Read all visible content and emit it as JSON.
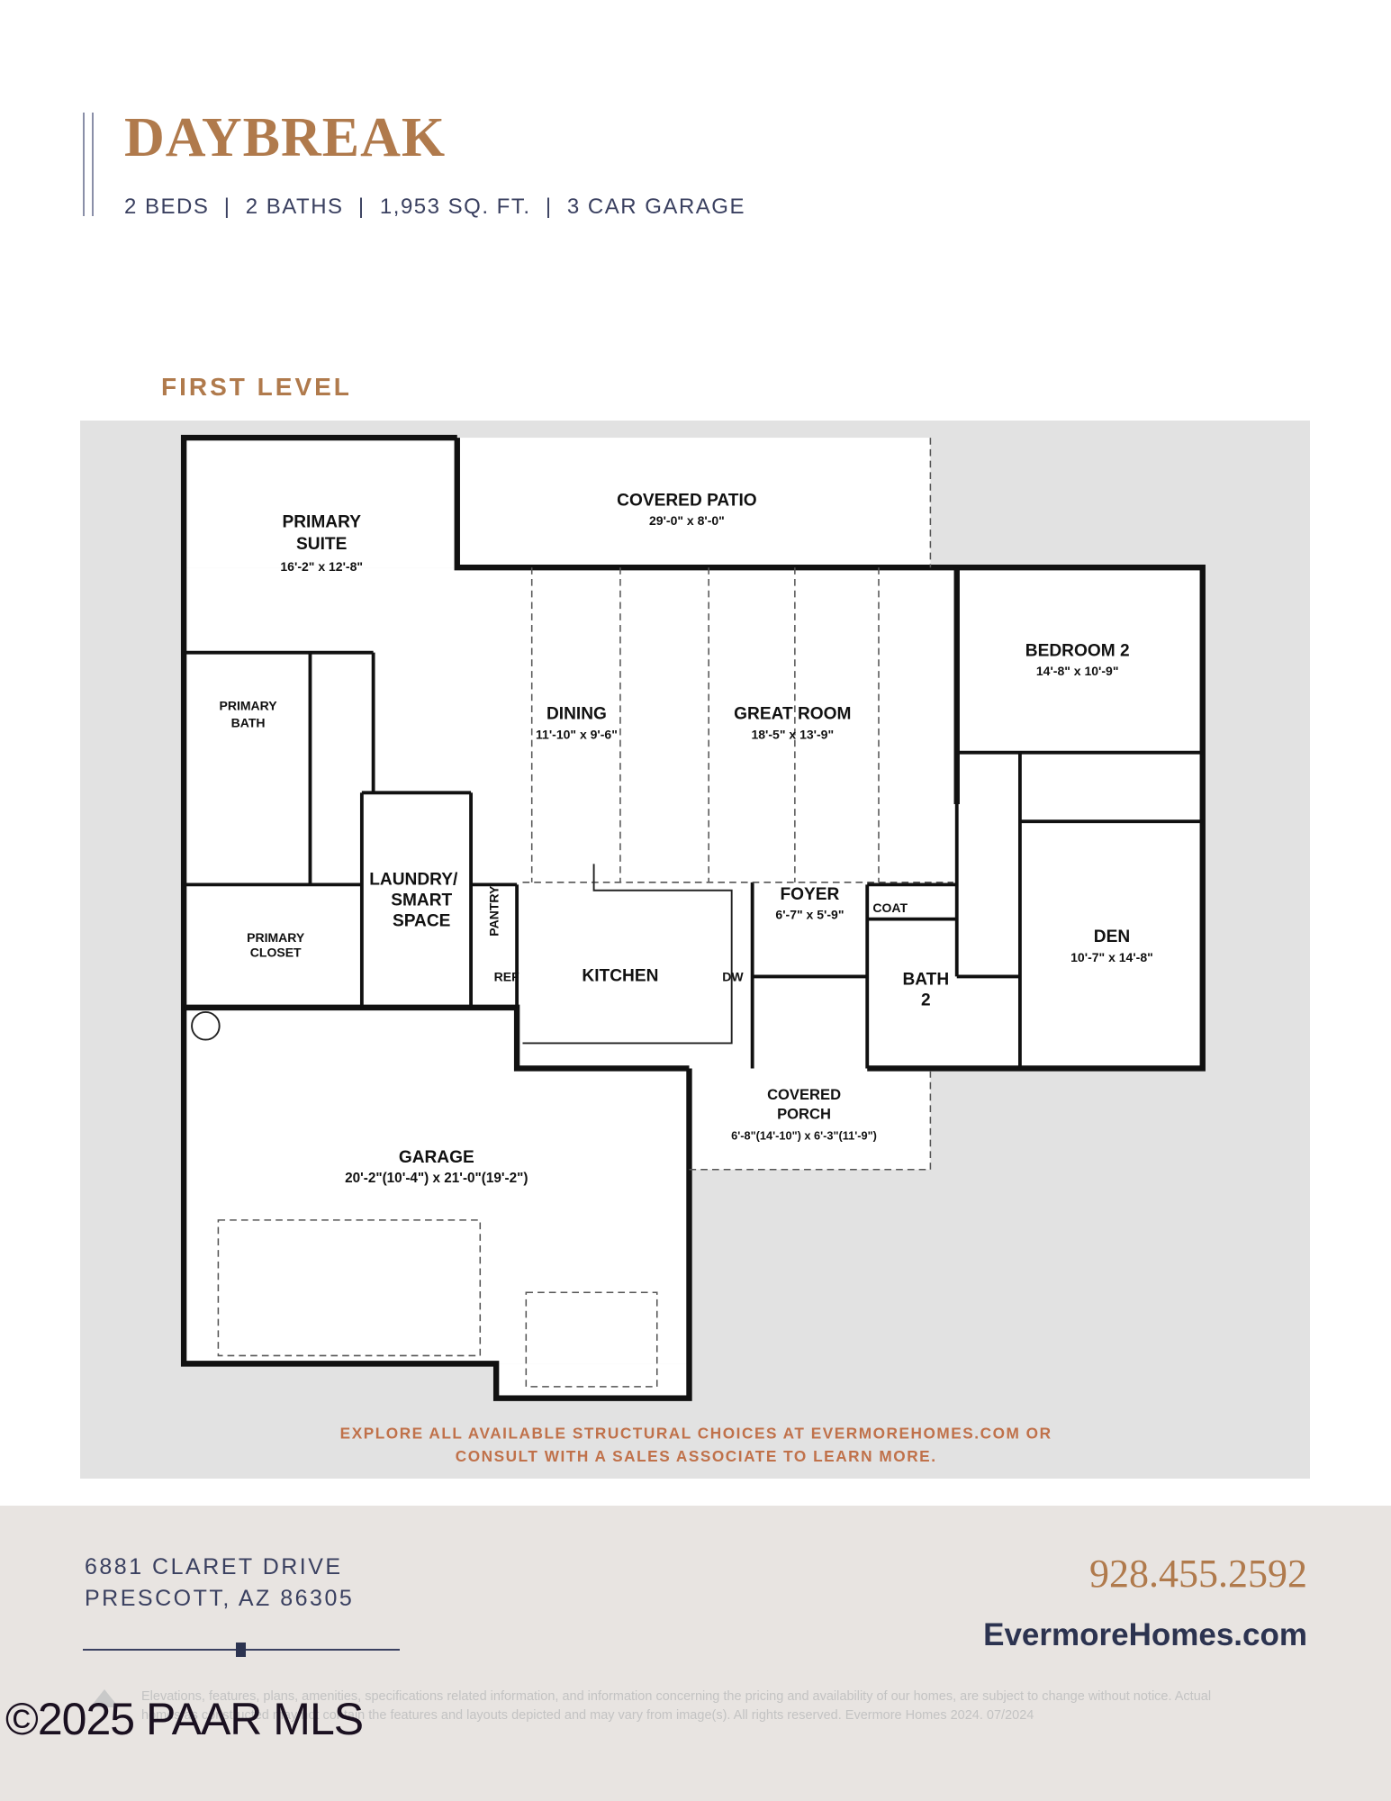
{
  "header": {
    "title": "DAYBREAK",
    "specs": "2 BEDS  |  2 BATHS  |  1,953 SQ. FT.  |  3 CAR GARAGE",
    "level": "FIRST LEVEL"
  },
  "plan": {
    "rooms": {
      "primary_suite": {
        "name1": "PRIMARY",
        "name2": "SUITE",
        "dims": "16'-2\" x 12'-8\""
      },
      "covered_patio": {
        "name": "COVERED PATIO",
        "dims": "29'-0\" x 8'-0\""
      },
      "bedroom2": {
        "name": "BEDROOM 2",
        "dims": "14'-8\" x 10'-9\""
      },
      "primary_bath": {
        "name1": "PRIMARY",
        "name2": "BATH"
      },
      "dining": {
        "name": "DINING",
        "dims": "11'-10\" x 9'-6\""
      },
      "great_room": {
        "name": "GREAT ROOM",
        "dims": "18'-5\" x 13'-9\""
      },
      "laundry": {
        "name1": "LAUNDRY/",
        "name2": "SMART",
        "name3": "SPACE"
      },
      "pantry": {
        "name": "PANTRY"
      },
      "foyer": {
        "name": "FOYER",
        "dims": "6'-7\" x 5'-9\""
      },
      "coat": {
        "name": "COAT"
      },
      "den": {
        "name": "DEN",
        "dims": "10'-7\" x 14'-8\""
      },
      "primary_closet": {
        "name1": "PRIMARY",
        "name2": "CLOSET"
      },
      "ref": {
        "name": "REF"
      },
      "kitchen": {
        "name": "KITCHEN"
      },
      "dw": {
        "name": "DW"
      },
      "bath2": {
        "name1": "BATH",
        "name2": "2"
      },
      "covered_porch": {
        "name1": "COVERED",
        "name2": "PORCH",
        "dims": "6'-8\"(14'-10\") x 6'-3\"(11'-9\")"
      },
      "garage": {
        "name": "GARAGE",
        "dims": "20'-2\"(10'-4\") x 21'-0\"(19'-2\")"
      }
    },
    "explore_line1": "EXPLORE ALL AVAILABLE STRUCTURAL CHOICES AT EVERMOREHOMES.COM OR",
    "explore_line2": "CONSULT WITH A SALES ASSOCIATE TO LEARN MORE."
  },
  "footer": {
    "address1": "6881 CLARET DRIVE",
    "address2": "PRESCOTT, AZ 86305",
    "phone": "928.455.2592",
    "website": "EvermoreHomes.com",
    "disclaimer": "Elevations, features, plans, amenities, specifications related information, and information concerning the pricing and availability of our homes, are subject to change without notice. Actual homes as constructed may not contain the features and layouts depicted and may vary from image(s). All rights reserved. Evermore Homes 2024. 07/2024",
    "watermark": "©2025 PAAR MLS"
  },
  "colors": {
    "accent": "#b07a4c",
    "navy": "#2c3350",
    "plan_bg": "#e2e2e2",
    "footer_bg": "#e8e4e1"
  }
}
